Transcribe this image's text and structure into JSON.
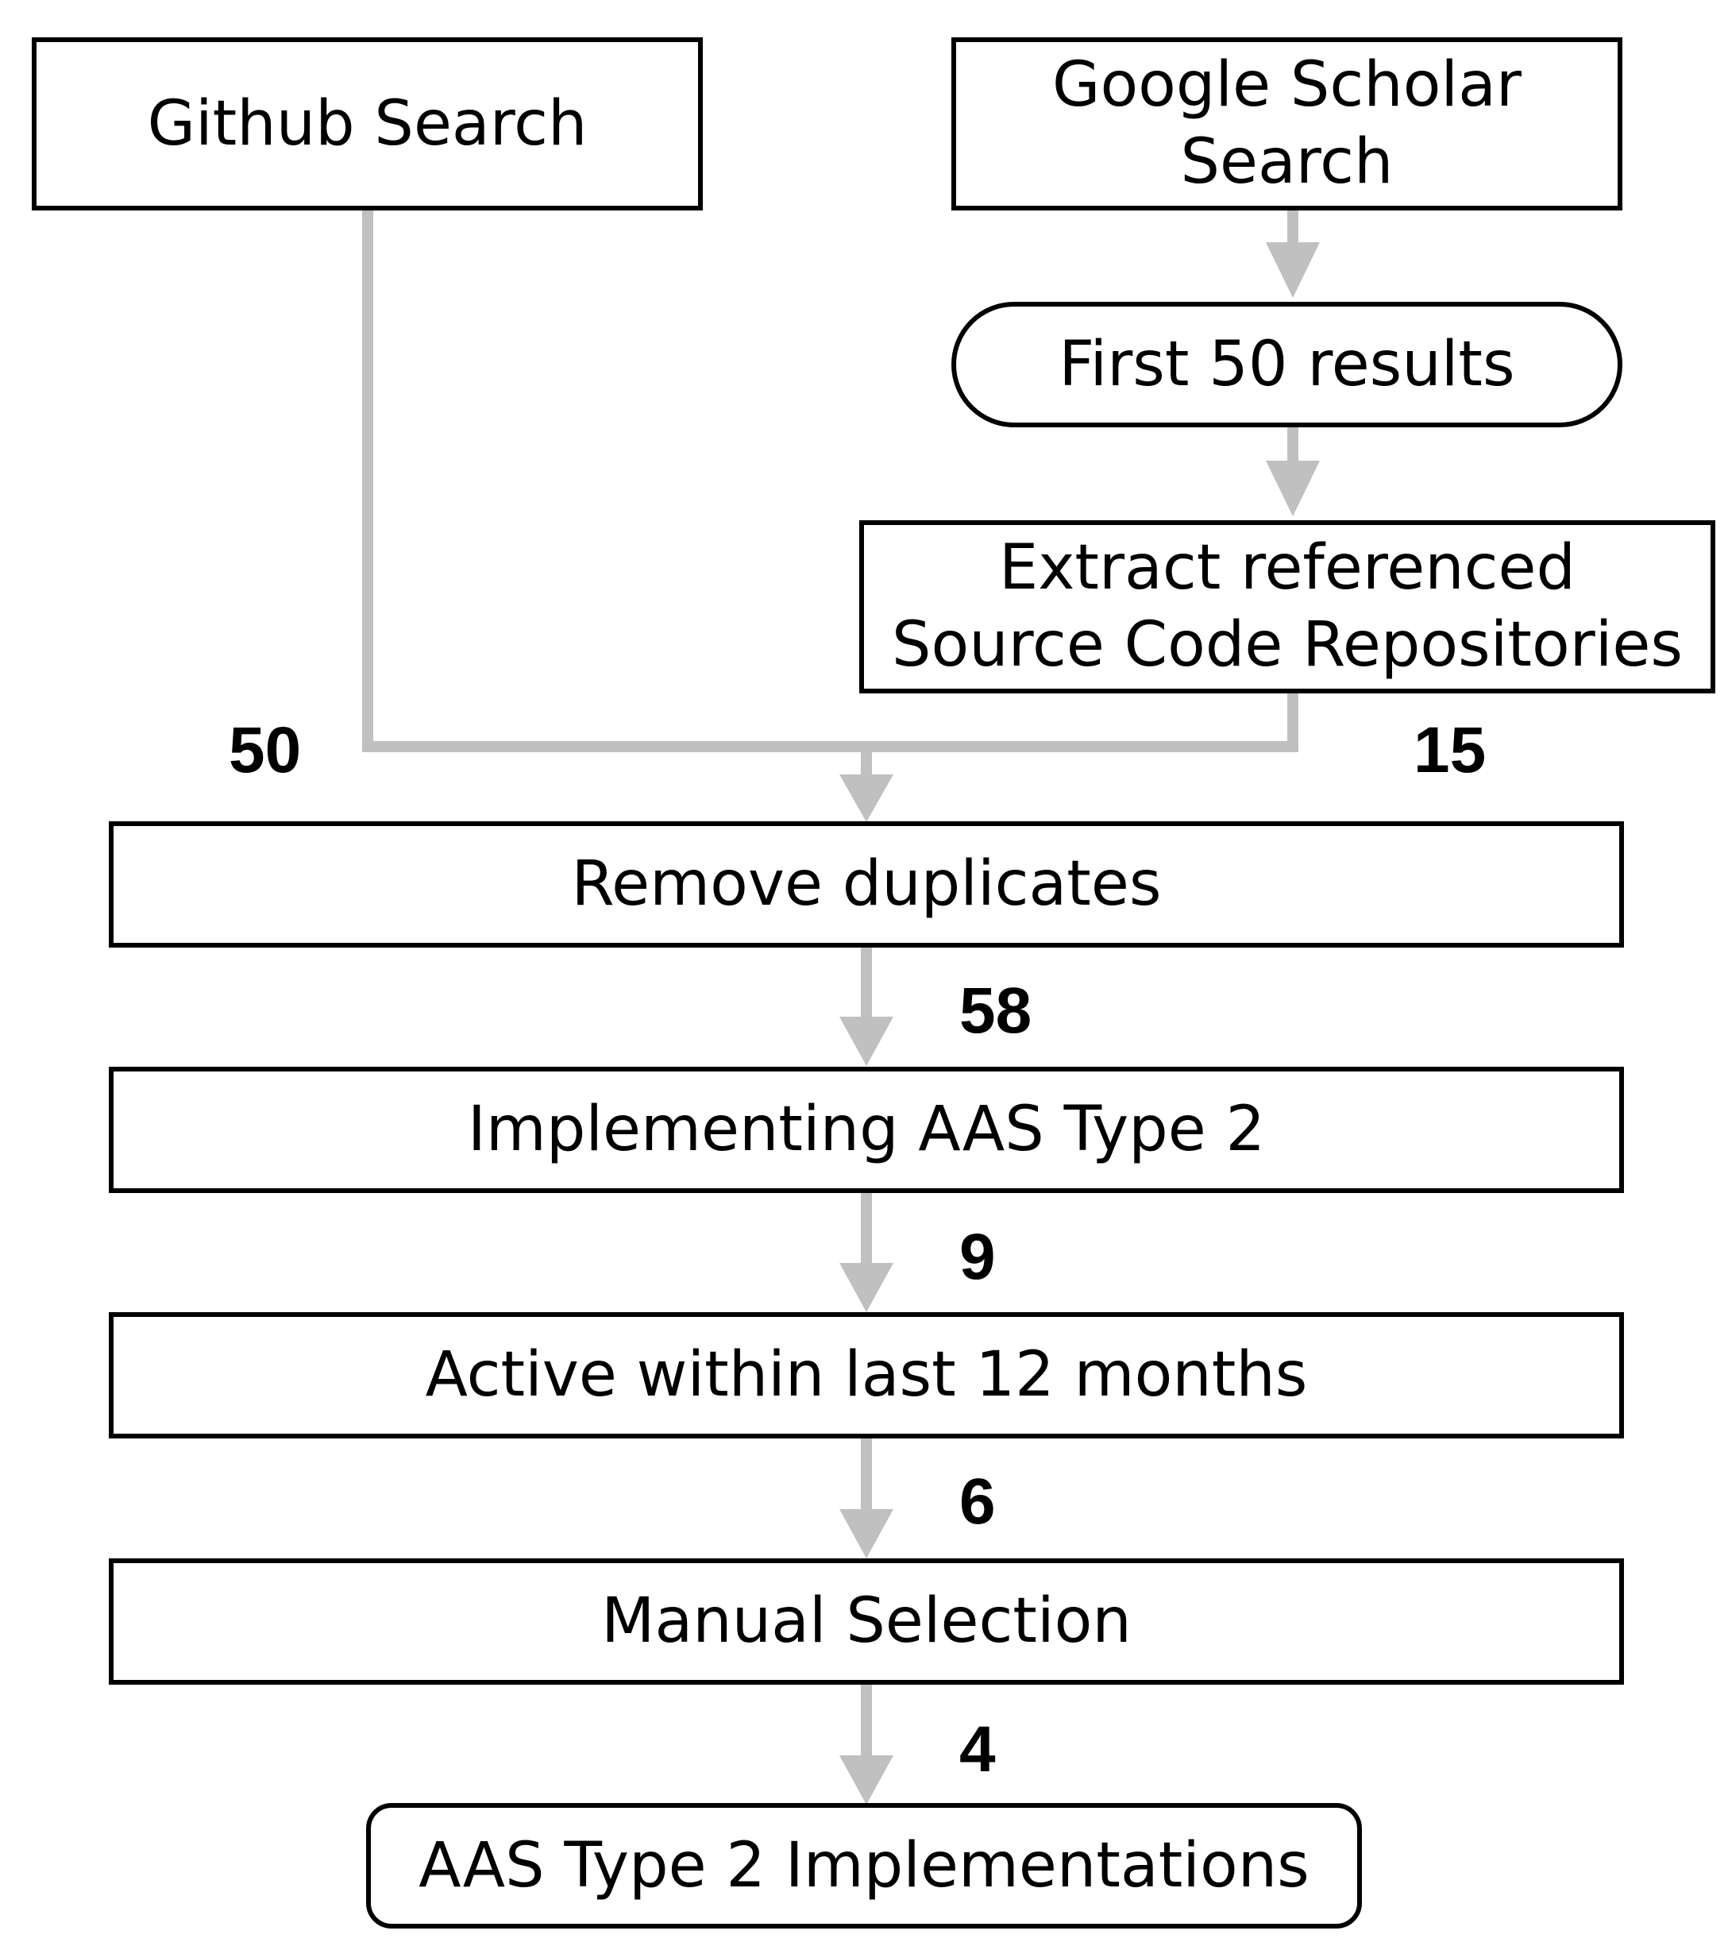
{
  "nodes": {
    "github_search": "Github Search",
    "scholar_search_line1": "Google Scholar",
    "scholar_search_line2": "Search",
    "first_results": "First 50 results",
    "extract_line1": "Extract referenced",
    "extract_line2": "Source Code Repositories",
    "remove_duplicates": "Remove duplicates",
    "implementing": "Implementing AAS Type 2",
    "active": "Active within last 12 months",
    "manual": "Manual Selection",
    "final": "AAS Type 2 Implementations"
  },
  "counts": {
    "github": "50",
    "scholar": "15",
    "after_duplicates": "58",
    "after_implementing": "9",
    "after_active": "6",
    "after_manual": "4"
  },
  "colors": {
    "arrow": "#c0c0c0",
    "border": "#000000"
  }
}
